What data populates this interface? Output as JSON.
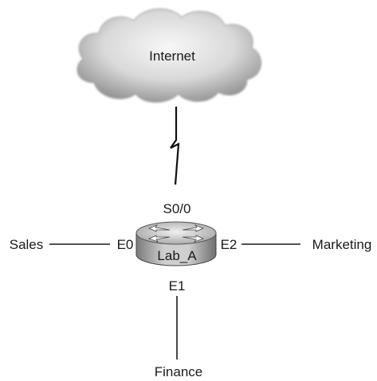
{
  "cloud": {
    "label": "Internet"
  },
  "router": {
    "name": "Lab_A",
    "interfaces": {
      "serial": "S0/0",
      "e0": "E0",
      "e1": "E1",
      "e2": "E2"
    }
  },
  "networks": {
    "left": "Sales",
    "right": "Marketing",
    "bottom": "Finance"
  },
  "icons": {
    "cloud": "cloud-icon",
    "router": "router-icon",
    "serial_link": "lightning-link-icon"
  }
}
